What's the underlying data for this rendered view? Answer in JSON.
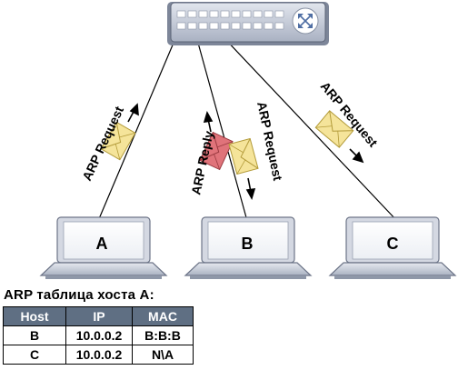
{
  "diagram": {
    "hosts": [
      {
        "label": "A"
      },
      {
        "label": "B"
      },
      {
        "label": "C"
      }
    ],
    "messages": {
      "request_a": "ARP Request",
      "reply_b": "ARP Reply",
      "request_b": "ARP Request",
      "request_c": "ARP Request"
    },
    "colors": {
      "request_envelope": "#f5e49a",
      "reply_envelope": "#e0737a",
      "switch_body": "#c9cfdc",
      "laptop_body": "#d4d8e2"
    }
  },
  "arp_table": {
    "title": "ARP таблица хоста A:",
    "headers": [
      "Host",
      "IP",
      "MAC"
    ],
    "rows": [
      [
        "B",
        "10.0.0.2",
        "B:B:B"
      ],
      [
        "C",
        "10.0.0.2",
        "N\\A"
      ]
    ]
  }
}
